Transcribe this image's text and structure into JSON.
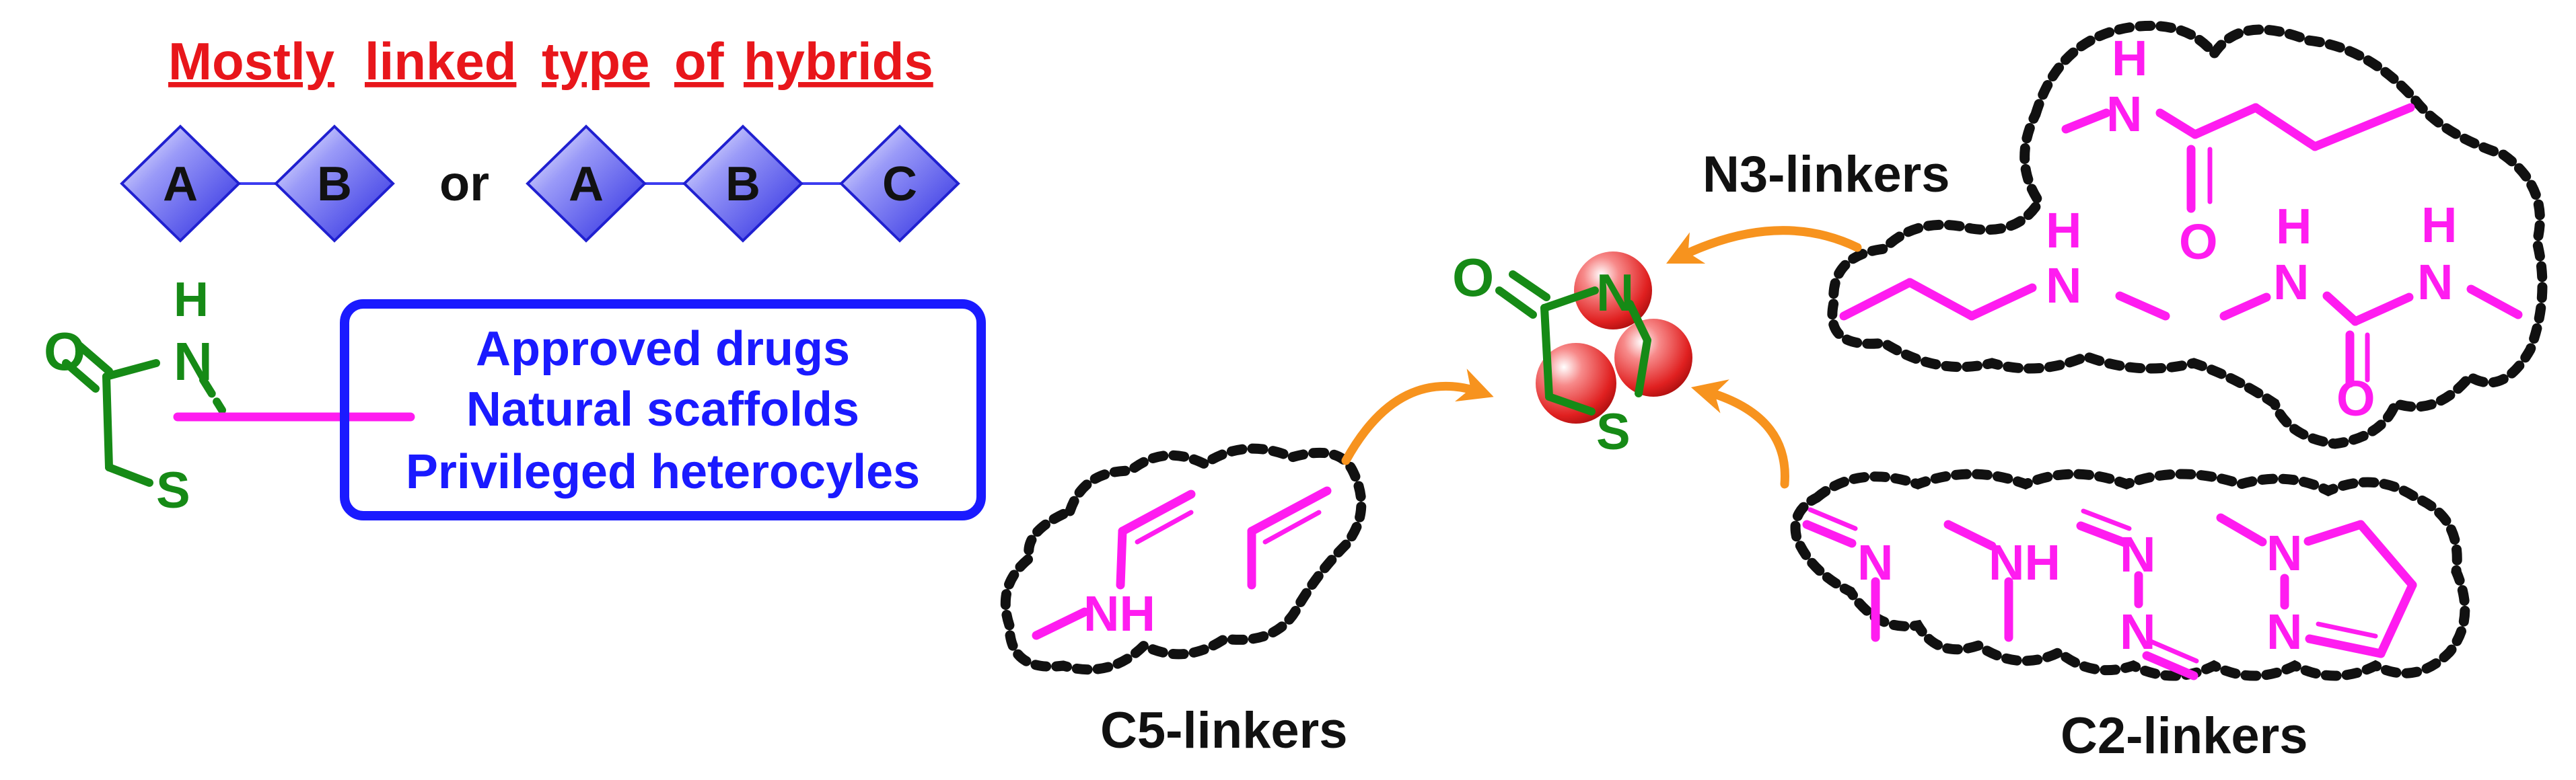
{
  "header": {
    "words": [
      "Mostly",
      "linked",
      "type",
      "of",
      "hybrids"
    ]
  },
  "hybrids": {
    "two_part": [
      "A",
      "B"
    ],
    "connector": "or",
    "three_part": [
      "A",
      "B",
      "C"
    ]
  },
  "core_ring": {
    "atoms": {
      "oxygen": "O",
      "nitrogen": "N",
      "hydrogen": "H",
      "sulfur": "S"
    }
  },
  "info_box": {
    "lines": [
      "Approved drugs",
      "Natural scaffolds",
      "Privileged heterocyles"
    ]
  },
  "center_ring": {
    "atoms": {
      "oxygen": "O",
      "nitrogen": "N",
      "sulfur": "S"
    }
  },
  "linkers": {
    "n3": {
      "label": "N3-linkers",
      "atoms": {
        "amide_h": "H",
        "amide_n": "N",
        "amide_o": "O",
        "amine_h": "H",
        "amine_n": "N",
        "urea_h1": "H",
        "urea_n1": "N",
        "urea_h2": "H",
        "urea_n2": "N",
        "urea_o": "O"
      }
    },
    "c5": {
      "label": "C5-linkers",
      "atoms": {
        "nh": "NH"
      }
    },
    "c2": {
      "label": "C2-linkers",
      "atoms": {
        "imine_n": "N",
        "amine_nh": "NH",
        "azine_n1": "N",
        "azine_n2": "N",
        "pyrazoline_n1": "N",
        "pyrazoline_n2": "N"
      }
    }
  },
  "colors": {
    "header_red": "#e8161b",
    "text_black": "#111111",
    "green": "#168a16",
    "magenta": "#ff1cf0",
    "blue": "#1a1aff",
    "orange": "#f7931e",
    "sphere_red": "#ee3333",
    "diamond_blue": "#3c3cf0"
  }
}
